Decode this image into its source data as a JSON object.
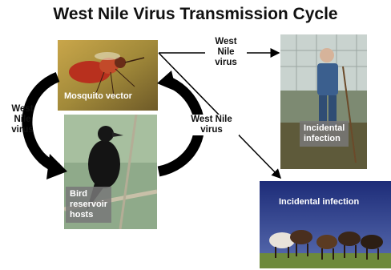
{
  "title": "West Nile Virus Transmission Cycle",
  "photos": {
    "mosquito": {
      "caption": "Mosquito vector"
    },
    "bird": {
      "caption": "Bird\nreservoir\nhosts"
    },
    "human": {
      "caption": "Incidental\ninfection"
    },
    "horses": {
      "caption": "Incidental infection"
    }
  },
  "labels": {
    "left_cycle": "West\nNile\nvirus",
    "to_human": "West\nNile\nvirus",
    "right_cycle": "West Nile\nvirus"
  },
  "colors": {
    "arrow": "#000000",
    "caption_box": "#787878",
    "caption_text": "#ffffff"
  }
}
